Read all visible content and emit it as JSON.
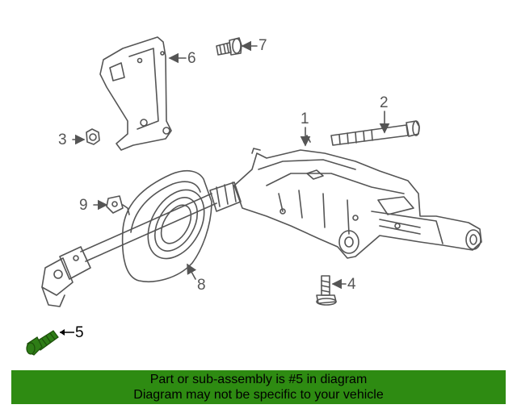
{
  "callouts": {
    "c1": "1",
    "c2": "2",
    "c3": "3",
    "c4": "4",
    "c5": "5",
    "c6": "6",
    "c7": "7",
    "c8": "8",
    "c9": "9"
  },
  "highlight_part": "5",
  "banner": {
    "line1": "Part or sub-assembly is #5 in diagram",
    "line2": "Diagram may not be specific to your vehicle"
  },
  "colors": {
    "line_art": "#555555",
    "highlight_part": "#2e7d16",
    "banner_bg": "#2e8b12",
    "banner_text": "#000000",
    "background": "#ffffff"
  }
}
